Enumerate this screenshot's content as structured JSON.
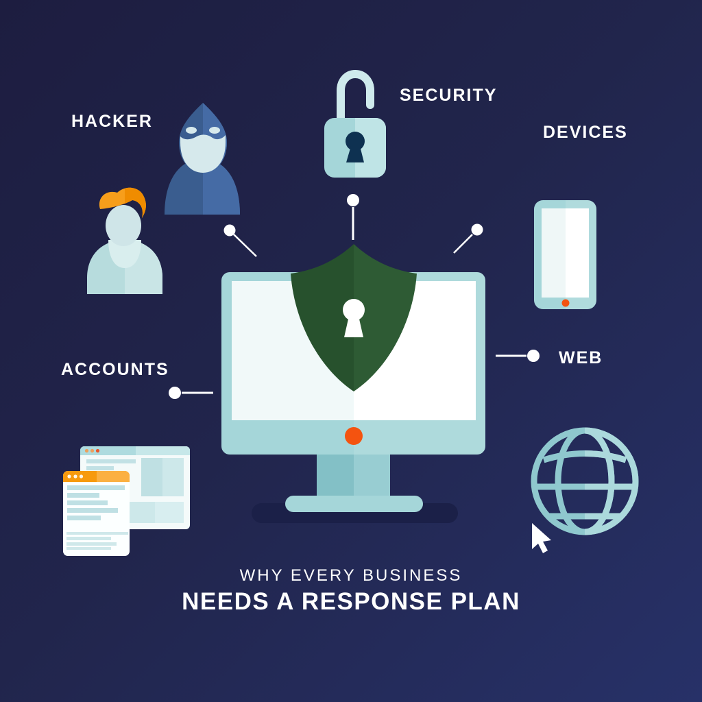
{
  "title": {
    "line1": "WHY EVERY BUSINESS",
    "line2": "NEEDS A RESPONSE PLAN"
  },
  "labels": {
    "hacker": "HACKER",
    "security": "SECURITY",
    "devices": "DEVICES",
    "accounts": "ACCOUNTS",
    "web": "WEB"
  },
  "icons": {
    "hacker": "hooded-figure",
    "user": "person-bust",
    "security": "open-padlock-with-keyhole",
    "devices": "smartphone",
    "accounts": "overlapping-browser-windows",
    "web": "wireframe-globe-with-cursor",
    "center": "monitor-with-shield-keyhole"
  },
  "colors": {
    "background_start": "#1d1d40",
    "background_end": "#273168",
    "light_teal": "#a5d6d9",
    "pale_teal": "#cfe9ec",
    "hacker_blue": "#3a5d8f",
    "shield_green_dark": "#27512d",
    "shield_green_light": "#2e5b34",
    "accent_orange": "#f4530f",
    "hair_orange": "#f79e1b",
    "window_orange": "#f79a0e",
    "globe_teal": "#8fc8ce",
    "text_white": "#ffffff",
    "white": "#ffffff"
  }
}
